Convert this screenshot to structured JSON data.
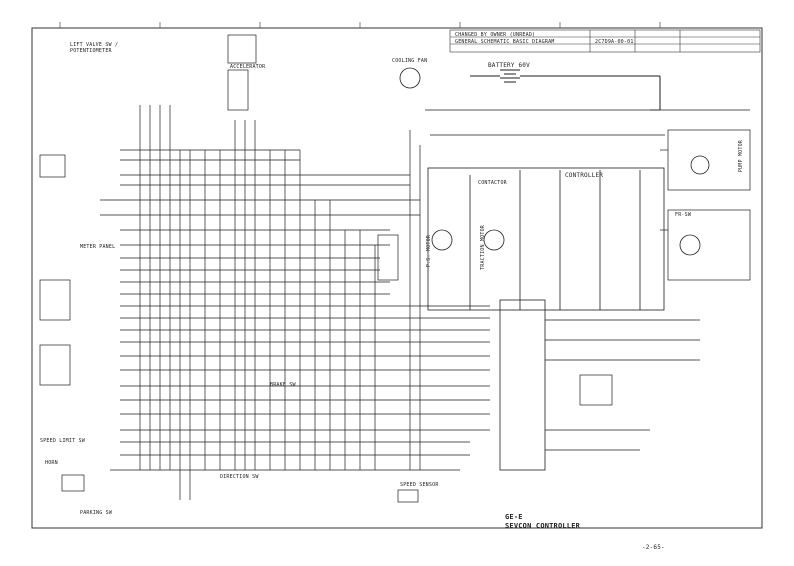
{
  "title_block": {
    "line1": "CHANGED BY OWNER (UNREAD)",
    "line2": "GENERAL SCHEMATIC BASIC DIAGRAM",
    "code": "2C7D9A-00-01"
  },
  "labels": {
    "lift_valve": "LIFT VALVE SW / POTENTIOMETER",
    "accelerator": "ACCELERATOR",
    "cooling_fan": "COOLING FAN",
    "battery": "BATTERY 60V",
    "controller": "CONTROLLER",
    "ps_motor": "P.S. MOTOR",
    "traction_motor": "TRACTION MOTOR",
    "pump_motor": "PUMP MOTOR",
    "meter_panel": "METER PANEL",
    "speed_limit": "SPEED LIMIT SW",
    "horn": "HORN",
    "direction_sw": "DIRECTION SW",
    "brake_sw": "BRAKE SW",
    "speed_sensor": "SPEED SENSOR",
    "parking_sw": "PARKING SW",
    "contactor": "CONTACTOR",
    "fr_sw": "FR-SW",
    "controller_model": "GE-E",
    "controller_name": "SEVCON CONTROLLER",
    "page_number": "-2-65-"
  }
}
